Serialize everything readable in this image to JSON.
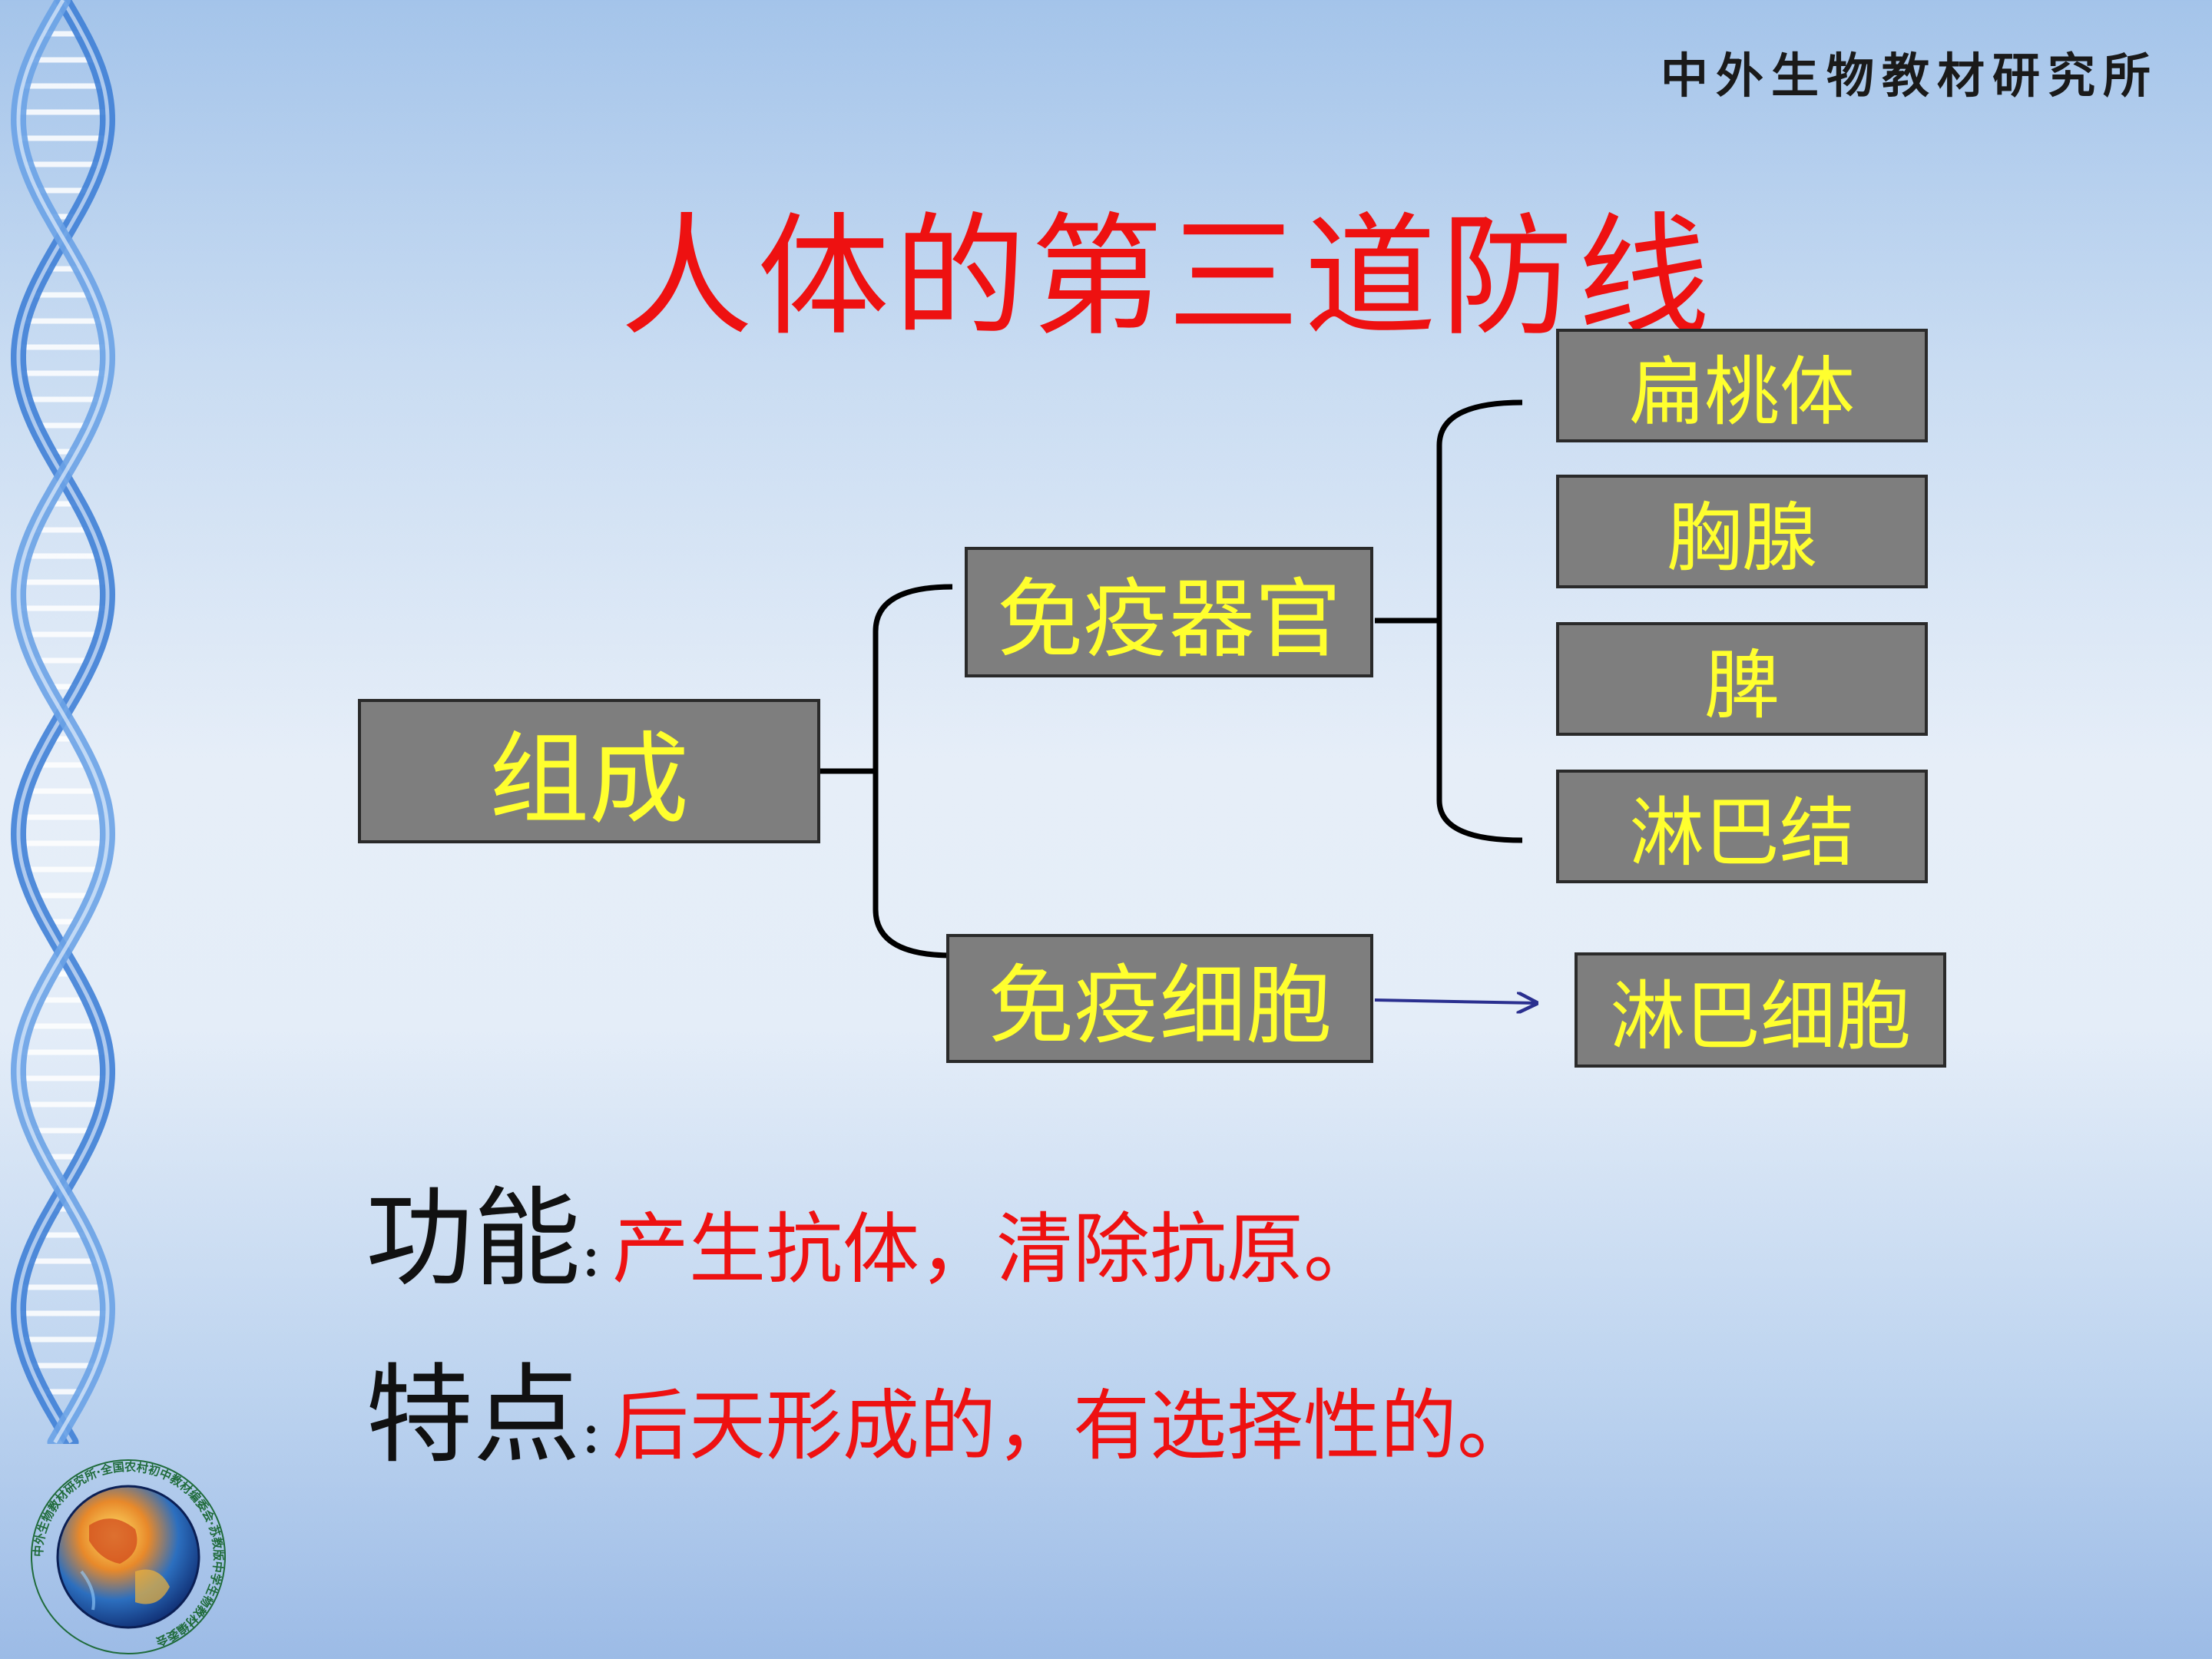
{
  "publisher": "中外生物教材研究所",
  "title": "人体的第三道防线",
  "diagram": {
    "root": "组成",
    "organs": {
      "label": "免疫器官",
      "children": [
        "扁桃体",
        "胸腺",
        "脾",
        "淋巴结"
      ]
    },
    "cells": {
      "label": "免疫细胞",
      "target": "淋巴细胞"
    }
  },
  "function": {
    "label": "功能",
    "colon": ":",
    "text": "产生抗体，清除抗原。"
  },
  "feature": {
    "label": "特点",
    "colon": ":",
    "text": "后天形成的，有选择性的。"
  },
  "logo": {
    "icon": "globe-icon",
    "ring_text": "中外生物教材研究所·全国农村初中教材编委会·苏教版中学生物教材编委会"
  },
  "colors": {
    "title": "#ee1111",
    "box_fill": "#7e7e7e",
    "box_text": "#ffff2e",
    "arrow": "#2a2f8f"
  }
}
